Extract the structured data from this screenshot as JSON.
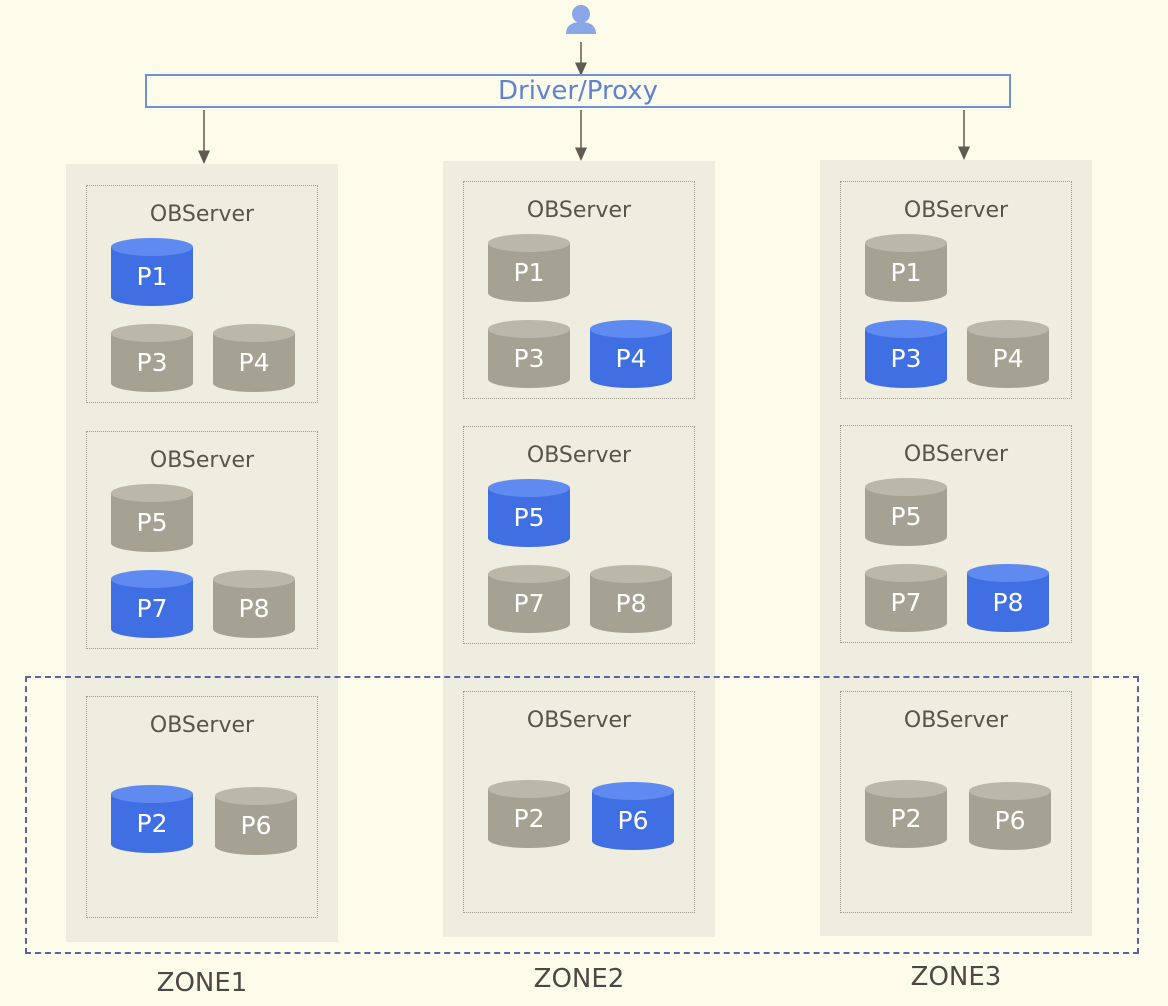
{
  "diagram": {
    "proxy_label": "Driver/Proxy",
    "user_icon": "user-icon",
    "colors": {
      "leader": "#3f6fe2",
      "follower": "#a5a193",
      "proxy": "#6f8fd6",
      "region_border": "#5b62a6"
    },
    "zones": [
      {
        "label": "ZONE1",
        "servers": [
          {
            "title": "OBServer",
            "partitions": [
              {
                "id": "P1",
                "leader": true
              },
              {
                "id": "P3",
                "leader": false
              },
              {
                "id": "P4",
                "leader": false
              }
            ]
          },
          {
            "title": "OBServer",
            "partitions": [
              {
                "id": "P5",
                "leader": false
              },
              {
                "id": "P7",
                "leader": true
              },
              {
                "id": "P8",
                "leader": false
              }
            ]
          },
          {
            "title": "OBServer",
            "partitions": [
              {
                "id": "P2",
                "leader": true
              },
              {
                "id": "P6",
                "leader": false
              }
            ]
          }
        ]
      },
      {
        "label": "ZONE2",
        "servers": [
          {
            "title": "OBServer",
            "partitions": [
              {
                "id": "P1",
                "leader": false
              },
              {
                "id": "P3",
                "leader": false
              },
              {
                "id": "P4",
                "leader": true
              }
            ]
          },
          {
            "title": "OBServer",
            "partitions": [
              {
                "id": "P5",
                "leader": true
              },
              {
                "id": "P7",
                "leader": false
              },
              {
                "id": "P8",
                "leader": false
              }
            ]
          },
          {
            "title": "OBServer",
            "partitions": [
              {
                "id": "P2",
                "leader": false
              },
              {
                "id": "P6",
                "leader": true
              }
            ]
          }
        ]
      },
      {
        "label": "ZONE3",
        "servers": [
          {
            "title": "OBServer",
            "partitions": [
              {
                "id": "P1",
                "leader": false
              },
              {
                "id": "P3",
                "leader": true
              },
              {
                "id": "P4",
                "leader": false
              }
            ]
          },
          {
            "title": "OBServer",
            "partitions": [
              {
                "id": "P5",
                "leader": false
              },
              {
                "id": "P7",
                "leader": false
              },
              {
                "id": "P8",
                "leader": true
              }
            ]
          },
          {
            "title": "OBServer",
            "partitions": [
              {
                "id": "P2",
                "leader": false
              },
              {
                "id": "P6",
                "leader": false
              }
            ]
          }
        ]
      }
    ]
  }
}
